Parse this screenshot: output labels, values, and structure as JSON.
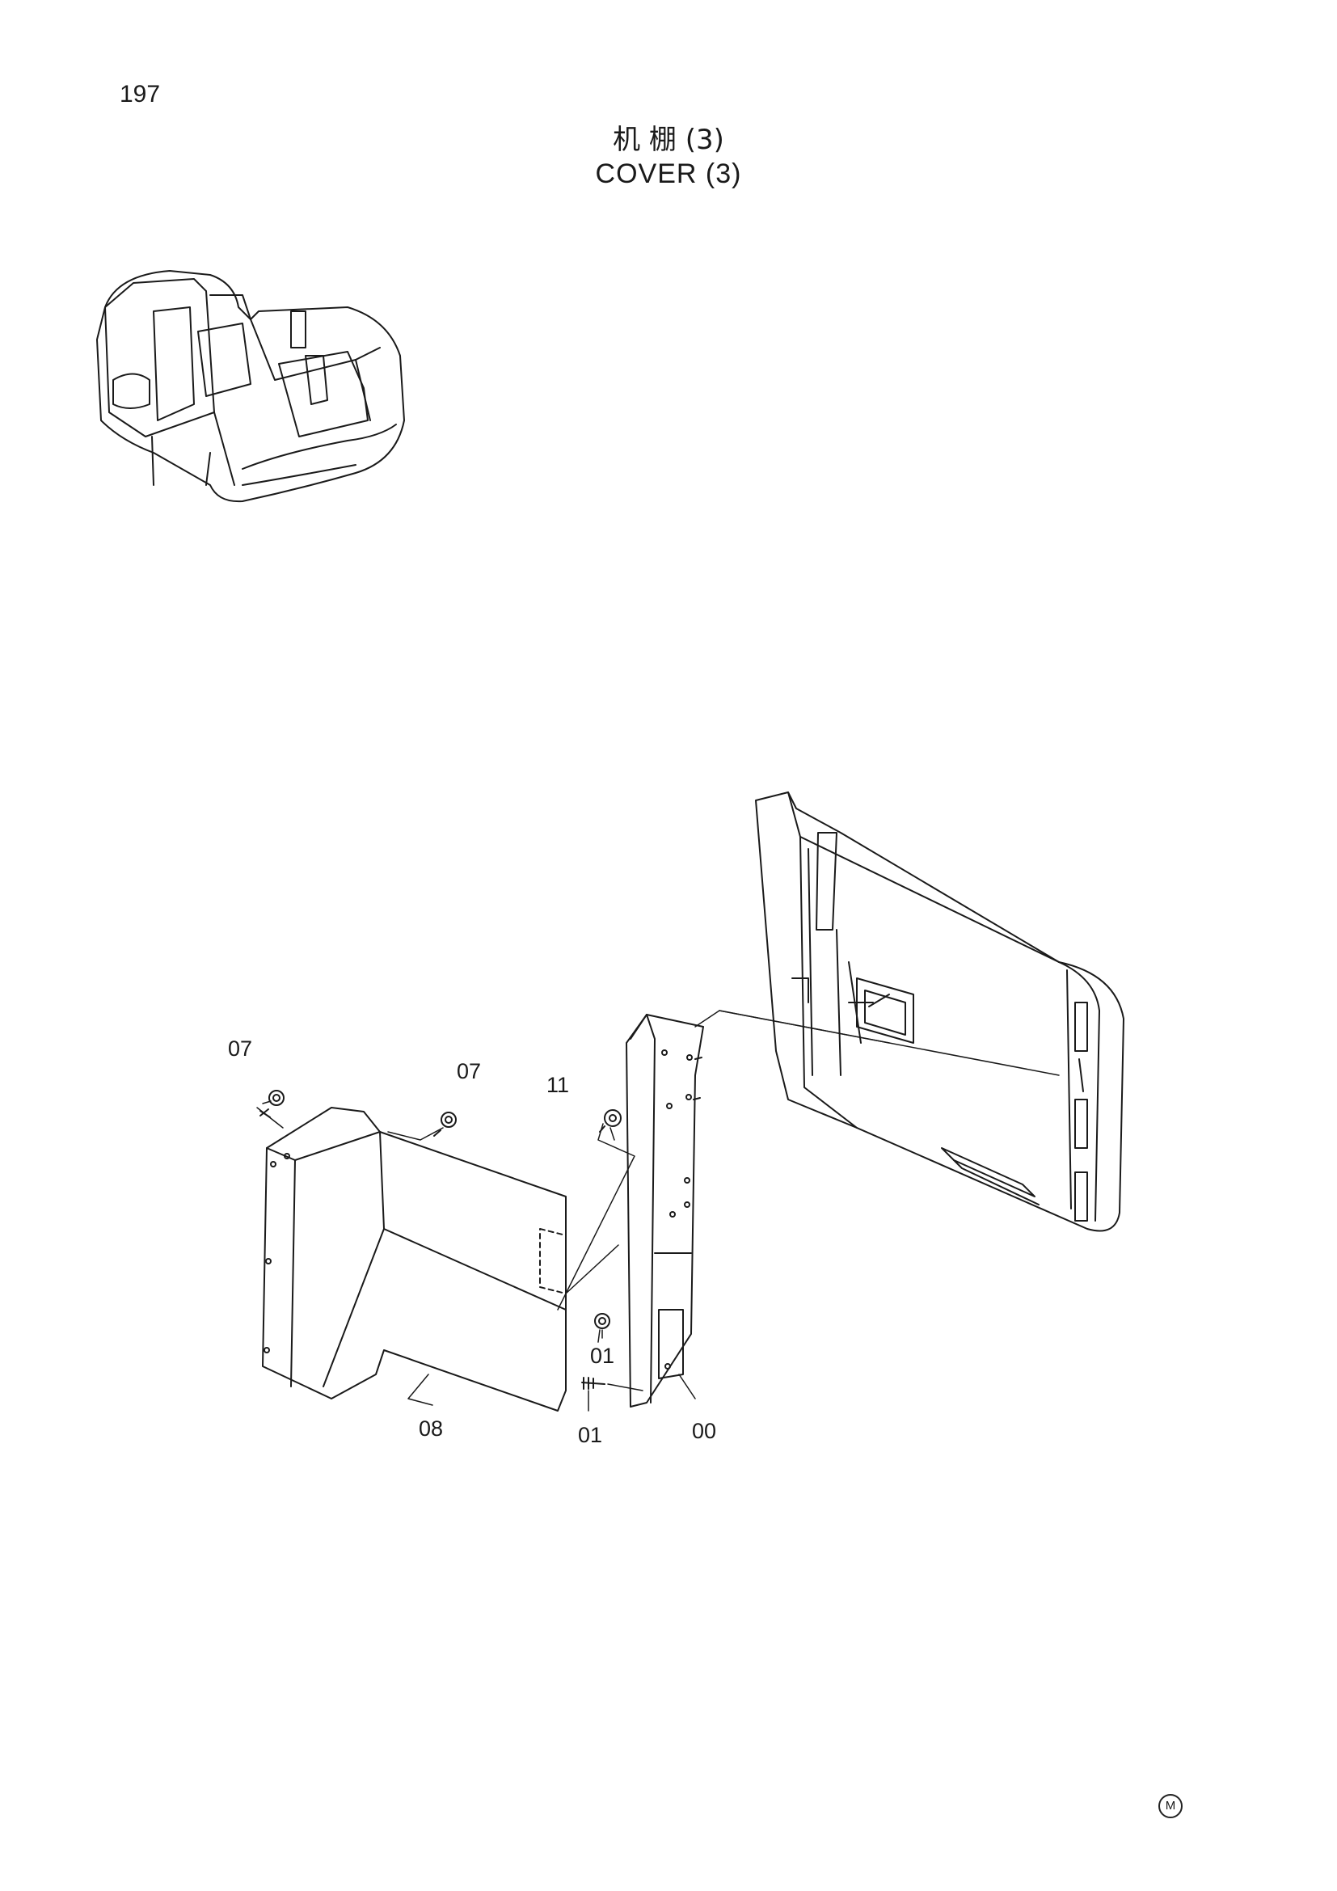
{
  "page_number": "197",
  "title_cn": "机 棚 (3)",
  "title_en": "COVER (3)",
  "callouts": [
    {
      "id": "07a",
      "label": "07"
    },
    {
      "id": "07b",
      "label": "07"
    },
    {
      "id": "11",
      "label": "11"
    },
    {
      "id": "01a",
      "label": "01"
    },
    {
      "id": "01b",
      "label": "01"
    },
    {
      "id": "08",
      "label": "08"
    },
    {
      "id": "00",
      "label": "00"
    }
  ],
  "corner_mark": "M",
  "ink_color": "#1a1a1a"
}
